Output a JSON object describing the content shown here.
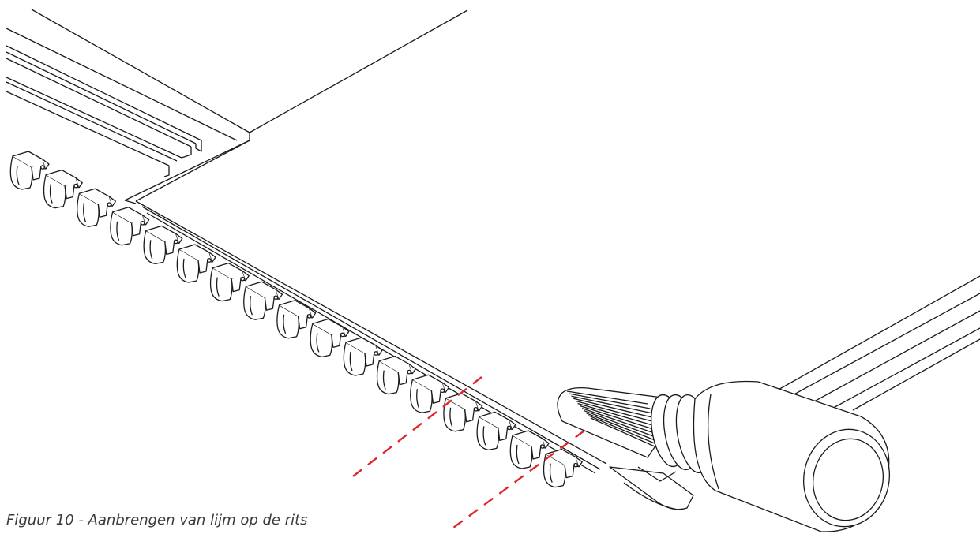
{
  "figure": {
    "caption": "Figuur 10 - Aanbrengen van lijm op de rits"
  },
  "colors": {
    "line": "#1a1a1a",
    "guide": "#e0262b",
    "caption": "#3a3a3a",
    "background": "#ffffff"
  },
  "components": {
    "panel": "fabric-panel-outline",
    "rail": "aluminium-profile-rail",
    "zipper": "zipper-teeth-row",
    "glue_bottle": "glue-bottle-with-nozzle",
    "guide_lines": "red-dashed-guide-lines"
  }
}
